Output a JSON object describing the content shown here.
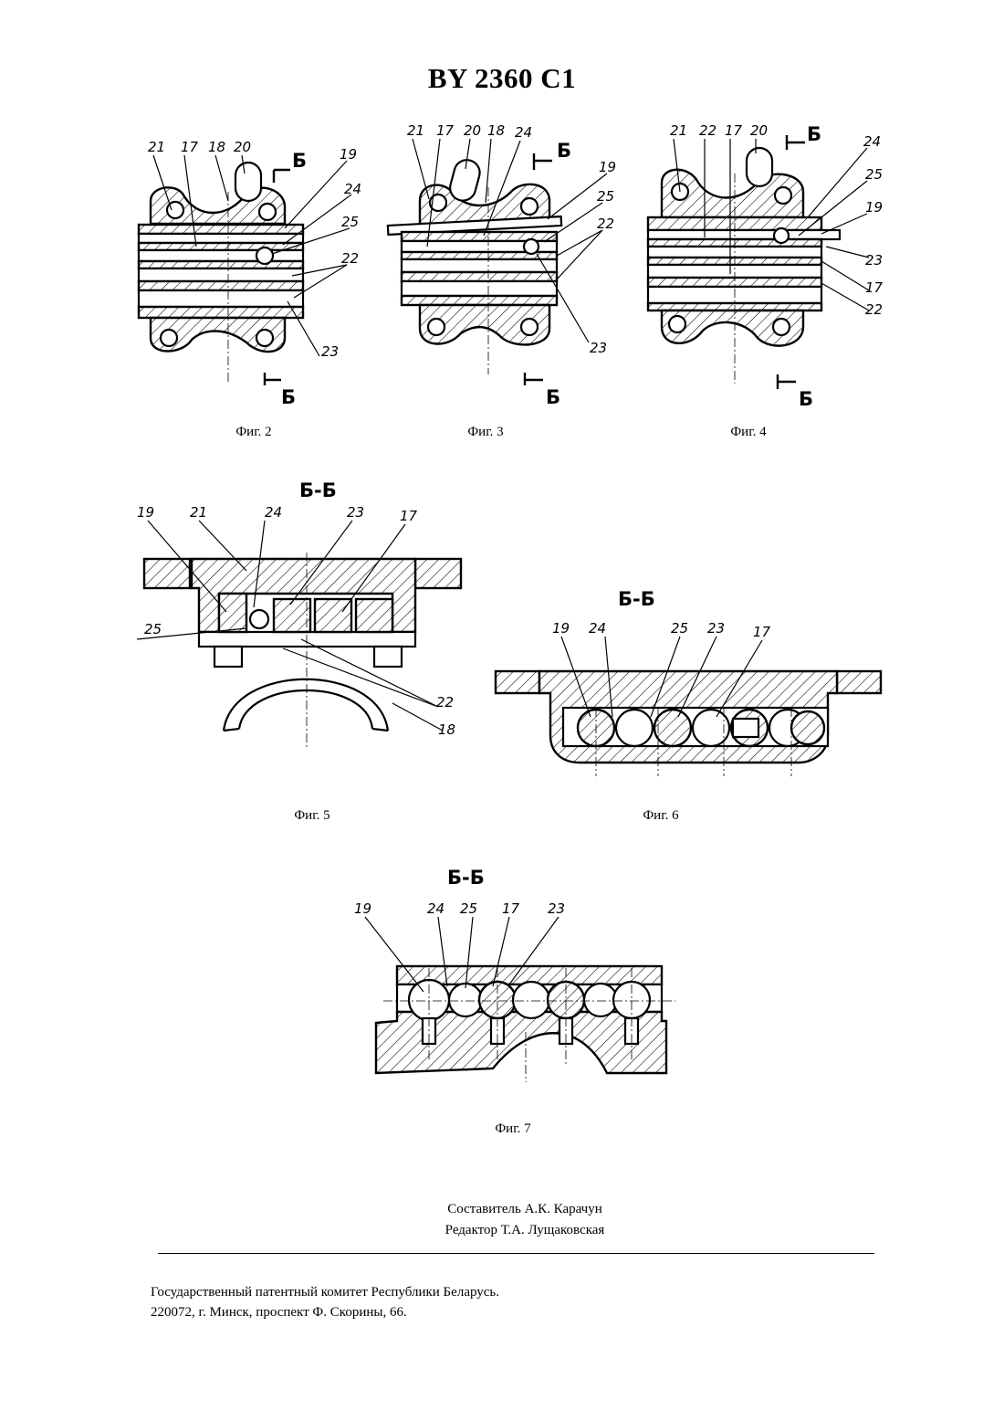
{
  "header": {
    "title": "BY 2360 C1"
  },
  "figures": [
    {
      "caption": "Фиг. 2",
      "section_mark": "Б",
      "labels": [
        "21",
        "17",
        "18",
        "20",
        "19",
        "24",
        "25",
        "22",
        "23"
      ]
    },
    {
      "caption": "Фиг. 3",
      "section_mark": "Б",
      "labels": [
        "21",
        "17",
        "20",
        "18",
        "24",
        "19",
        "25",
        "22",
        "23"
      ]
    },
    {
      "caption": "Фиг. 4",
      "section_mark": "Б",
      "labels": [
        "21",
        "22",
        "17",
        "20",
        "24",
        "25",
        "19",
        "23",
        "17",
        "22"
      ]
    },
    {
      "caption": "Фиг. 5",
      "section_title": "Б-Б",
      "labels": [
        "19",
        "21",
        "24",
        "23",
        "17",
        "25",
        "22",
        "18"
      ]
    },
    {
      "caption": "Фиг. 6",
      "section_title": "Б-Б",
      "labels": [
        "19",
        "24",
        "25",
        "23",
        "17"
      ]
    },
    {
      "caption": "Фиг. 7",
      "section_title": "Б-Б",
      "labels": [
        "19",
        "24",
        "25",
        "17",
        "23"
      ]
    }
  ],
  "footer": {
    "composer": "Составитель А.К. Карачун",
    "editor": "Редактор Т.А. Лущаковская",
    "org_line1": "Государственный патентный комитет Республики Беларусь.",
    "org_line2": "220072, г. Минск, проспект Ф. Скорины, 66."
  }
}
